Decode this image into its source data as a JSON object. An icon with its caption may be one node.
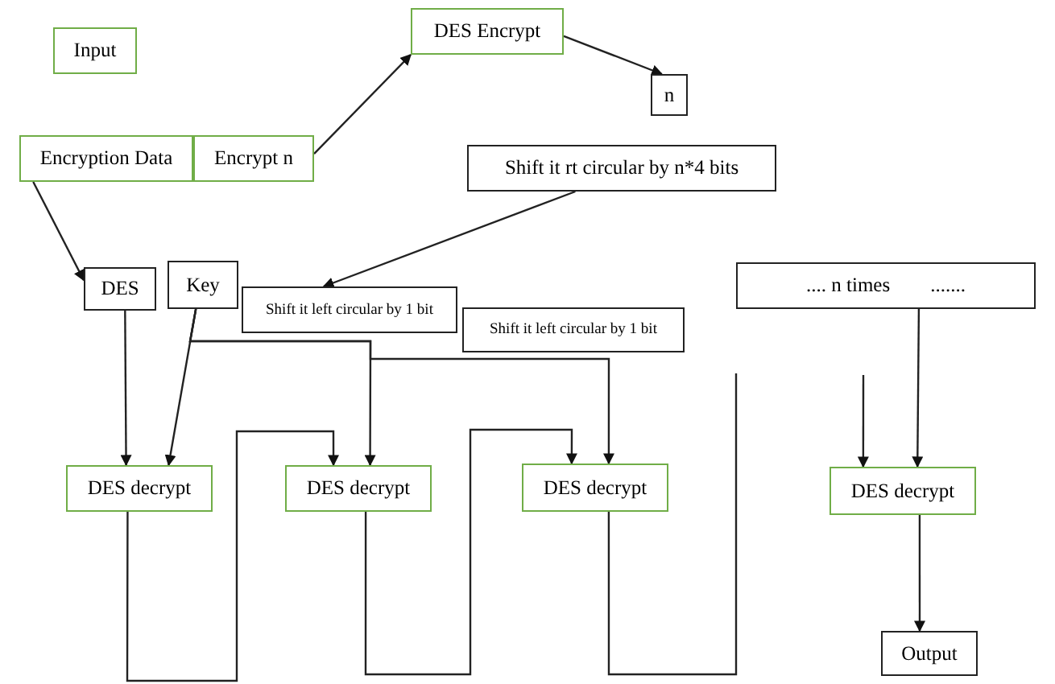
{
  "diagram": {
    "nodes": [
      {
        "text": [
          "Input"
        ]
      },
      {
        "text": [
          "Encryption Data"
        ]
      },
      {
        "text": [
          "Encrypt n"
        ]
      },
      {
        "text": [
          "DES Encrypt"
        ]
      },
      {
        "text": [
          "n"
        ]
      },
      {
        "text": [
          "Shift it rt circular by n*4 bits"
        ]
      },
      {
        "text": [
          "DES"
        ]
      },
      {
        "text": [
          "Key"
        ]
      },
      {
        "text": [
          "Shift it left circular by 1 bit"
        ]
      },
      {
        "text": [
          "Shift it left circular by 1 bit"
        ]
      },
      {
        "text": [
          ".... n times        ......."
        ]
      },
      {
        "text": [
          "DES decrypt"
        ]
      },
      {
        "text": [
          "DES decrypt"
        ]
      },
      {
        "text": [
          "DES decrypt"
        ]
      },
      {
        "text": [
          "DES decrypt"
        ]
      },
      {
        "text": [
          "Output"
        ]
      }
    ],
    "edges": [
      {
        "from": 2,
        "to": 3,
        "arrow": "to"
      },
      {
        "from": 3,
        "to": 4,
        "arrow": "to"
      },
      {
        "from": 5,
        "to": 8,
        "arrow": "to"
      },
      {
        "from": 1,
        "to": 6,
        "arrow": "to"
      },
      {
        "from": 6,
        "to": 11,
        "arrow": "to"
      },
      {
        "from": 7,
        "to": 11,
        "arrow": "to"
      },
      {
        "from": 7,
        "to": 12,
        "arrow": "to"
      },
      {
        "from": 7,
        "to": 13,
        "arrow": "to"
      },
      {
        "from": 11,
        "to": 12,
        "arrow": "to"
      },
      {
        "from": 12,
        "to": 13,
        "arrow": "to"
      },
      {
        "from": 13,
        "to": null,
        "arrow": "none"
      },
      {
        "from": null,
        "to": 14,
        "arrow": "to"
      },
      {
        "from": 10,
        "to": 14,
        "arrow": "to"
      },
      {
        "from": 14,
        "to": 15,
        "arrow": "to"
      }
    ]
  }
}
